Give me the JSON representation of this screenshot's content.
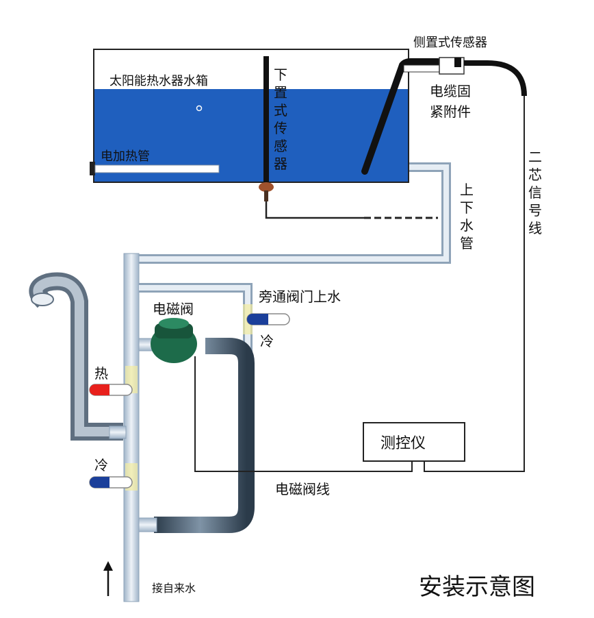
{
  "title": "安装示意图",
  "labels": {
    "tank": "太阳能热水器水箱",
    "heater": "电加热管",
    "bottom_sensor": "下置式传感器",
    "side_sensor": "侧置式传感器",
    "cable_clamp_line1": "电缆固",
    "cable_clamp_line2": "紧附件",
    "pipe_updown": "上下水管",
    "signal_wire": "二芯信号线",
    "solenoid_valve": "电磁阀",
    "bypass_valve": "旁通阀门上水",
    "cold_bypass": "冷",
    "hot": "热",
    "cold": "冷",
    "controller": "测控仪",
    "valve_wire": "电磁阀线",
    "water_inlet": "接自来水"
  },
  "colors": {
    "water": "#1f5fbe",
    "hot_tap": "#e8201c",
    "cold_tap": "#1b3f9a",
    "valve": "#1d6b4a",
    "pipe": "#c8d6e6"
  },
  "icons": {
    "inlet_arrow": "arrow-up-icon"
  }
}
